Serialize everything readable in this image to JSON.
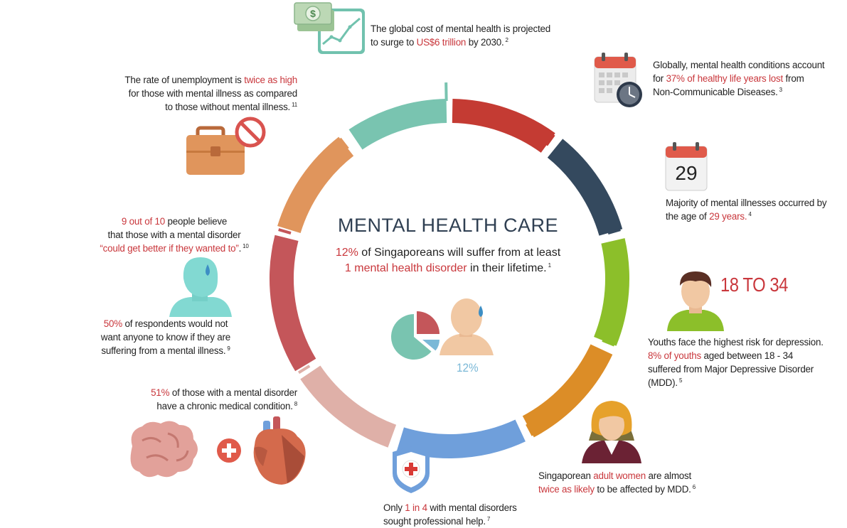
{
  "center": {
    "title": "MENTAL HEALTH CARE",
    "line1_pct": "12%",
    "line1_rest": " of Singaporeans will suffer from at least",
    "line2_hl": "1 mental health disorder",
    "line2_rest": " in their lifetime.",
    "ref": "1",
    "pie_label": "12%"
  },
  "cost": {
    "line1": "The global cost of mental health is projected",
    "line2_pre": "to surge to ",
    "line2_hl": "US$6 trillion",
    "line2_post": " by 2030.",
    "ref": "2"
  },
  "life_years": {
    "line1": "Globally, mental health conditions account",
    "line2_pre": "for ",
    "line2_hl": "37% of healthy life years lost",
    "line2_post": " from",
    "line3": "Non-Communicable Diseases.",
    "ref": "3"
  },
  "age": {
    "calendar_number": "29",
    "line1": "Majority of mental illnesses occurred by",
    "line2_pre": "the age of ",
    "line2_hl": "29 years.",
    "ref": "4"
  },
  "youth": {
    "age_range": "18 TO 34",
    "line1": "Youths face the highest risk for depression.",
    "line2_hl": "8% of youths",
    "line2_post": " aged between 18 - 34",
    "line3": "suffered from Major Depressive Disorder (MDD).",
    "ref": "5"
  },
  "women": {
    "line1_pre": "Singaporean ",
    "line1_hl": "adult women",
    "line1_post": " are almost",
    "line2_hl": "twice as likely",
    "line2_post": " to be affected by MDD.",
    "ref": "6"
  },
  "help": {
    "line1_pre": "Only ",
    "line1_hl": "1 in 4",
    "line1_post": " with mental disorders",
    "line2": "sought professional help.",
    "ref": "7"
  },
  "chronic": {
    "line1_hl": "51%",
    "line1_post": " of those with a mental disorder",
    "line2": "have a chronic medical condition.",
    "ref": "8"
  },
  "stigma": {
    "line1_hl": "50%",
    "line1_post": " of respondents would not",
    "line2": "want anyone to know if they are",
    "line3": "suffering from a mental illness.",
    "ref": "9"
  },
  "belief": {
    "line1_hl": "9 out of 10",
    "line1_post": " people believe",
    "line2": "that those with a mental disorder",
    "line3_hl": "“could get better if they wanted to”",
    "line3_post": ".",
    "ref": "10"
  },
  "unemployment": {
    "line1_pre": "The rate of unemployment is ",
    "line1_hl": "twice as high",
    "line2": "for those with mental illness as compared",
    "line3": "to those without mental illness.",
    "ref": "11"
  },
  "colors": {
    "teal": "#79c4b0",
    "red": "#c43b33",
    "navy": "#34495e",
    "green": "#8cbf2a",
    "orange": "#dc8d27",
    "blue": "#6f9fdb",
    "pink": "#dfb0a8",
    "rose": "#c4565a",
    "tan": "#e0955c",
    "highlight": "#c9373c"
  }
}
